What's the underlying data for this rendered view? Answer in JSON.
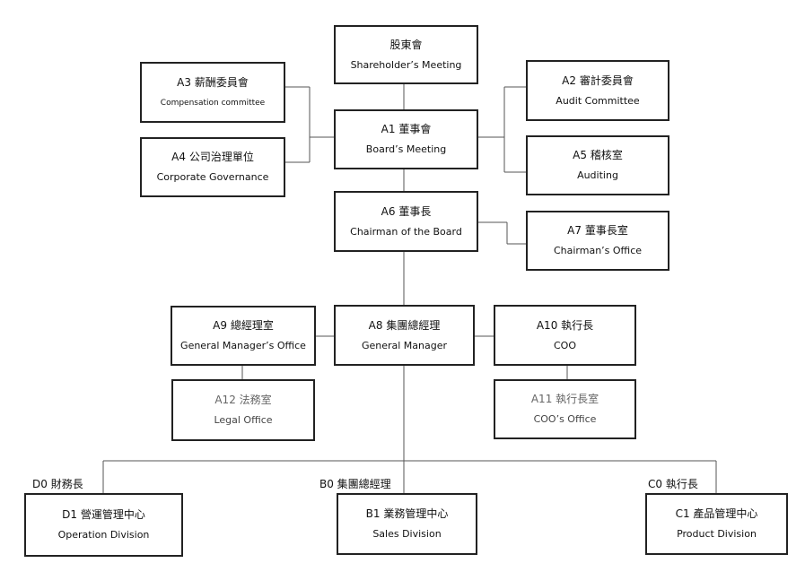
{
  "nodes": {
    "shareholders": {
      "zh": "股東會",
      "en": "Shareholder’s Meeting"
    },
    "a1": {
      "zh": "A1 董事會",
      "en": "Board’s Meeting"
    },
    "a2": {
      "zh": "A2 審計委員會",
      "en": "Audit Committee"
    },
    "a3": {
      "zh": "A3 薪酬委員會",
      "en": "Compensation committee"
    },
    "a4": {
      "zh": "A4 公司治理單位",
      "en": "Corporate Governance"
    },
    "a5": {
      "zh": "A5 稽核室",
      "en": "Auditing"
    },
    "a6": {
      "zh": "A6 董事長",
      "en": "Chairman of the Board"
    },
    "a7": {
      "zh": "A7  董事長室",
      "en": "Chairman’s Office"
    },
    "a8": {
      "zh": "A8 集團總經理",
      "en": "General Manager"
    },
    "a9": {
      "zh": "A9  總經理室",
      "en": "General Manager’s Office"
    },
    "a10": {
      "zh": "A10  執行長",
      "en": "COO"
    },
    "a11": {
      "zh": "A11  執行長室",
      "en": "COO’s Office"
    },
    "a12": {
      "zh": "A12  法務室",
      "en": "Legal Office"
    },
    "d1": {
      "zh": "D1  營運管理中心",
      "en": "Operation Division"
    },
    "b1": {
      "zh": "B1  業務管理中心",
      "en": "Sales Division"
    },
    "c1": {
      "zh": "C1  產品管理中心",
      "en": "Product Division"
    }
  },
  "branch_labels": {
    "d0": "D0  財務長",
    "b0": "B0  集團總經理",
    "c0": "C0  執行長"
  }
}
